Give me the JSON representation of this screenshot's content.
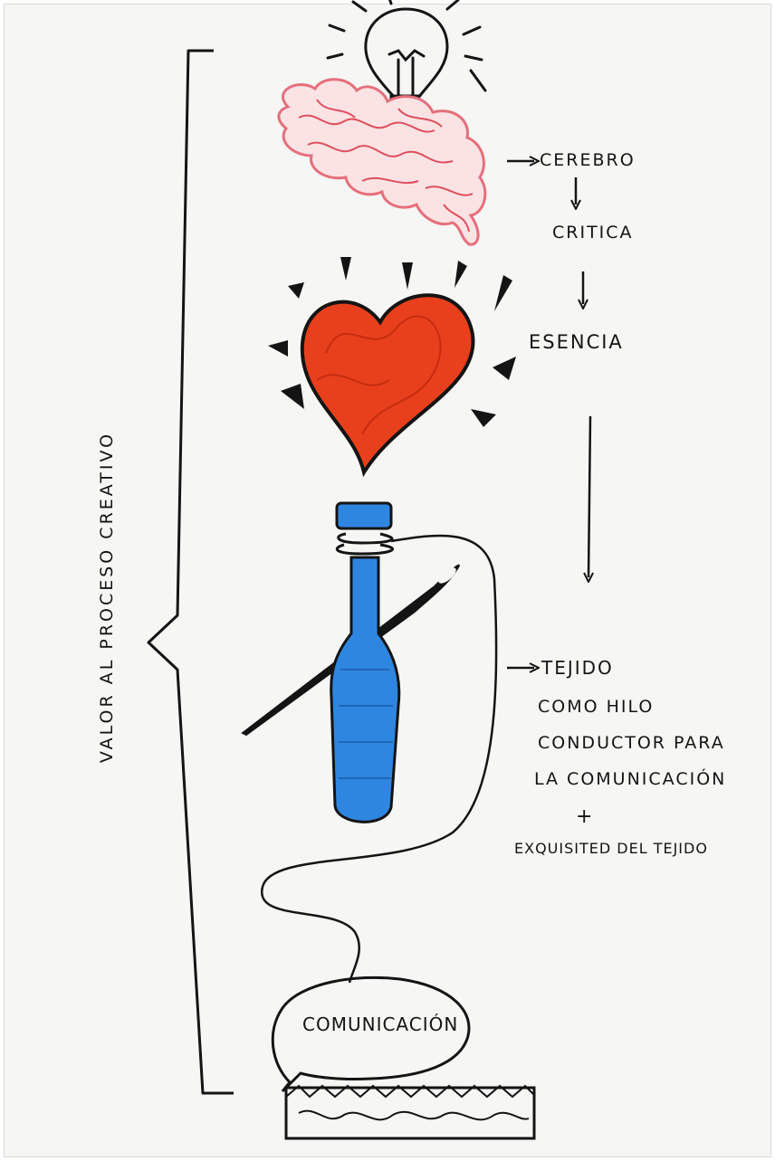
{
  "diagram": {
    "side_label": "VALOR AL PROCESO CREATIVO",
    "labels": {
      "cerebro": "CEREBRO",
      "critica": "CRITICA",
      "esencia": "ESENCIA",
      "tejido": "TEJIDO",
      "tejido_line1": "COMO HILO",
      "tejido_line2": "CONDUCTOR PARA",
      "tejido_line3": "LA COMUNICACIÓN",
      "plus": "+",
      "exquisitez": "EXQUISITED DEL TEJIDO",
      "comunicacion": "COMUNICACIÓN"
    },
    "colors": {
      "brain": "#e98c94",
      "heart": "#e8401c",
      "bottle": "#2f86e0",
      "ink": "#141414"
    },
    "icons": [
      "lightbulb-icon",
      "brain-icon",
      "heart-icon",
      "bottle-icon",
      "needle-icon",
      "speech-bubble-icon",
      "fabric-icon"
    ]
  }
}
